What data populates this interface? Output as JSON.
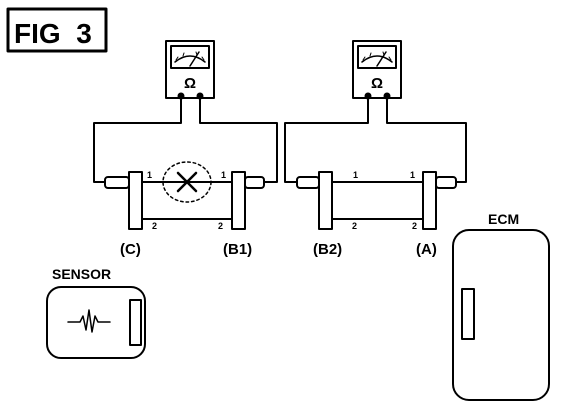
{
  "figure": {
    "title": "FIG  3"
  },
  "meters": [
    {
      "symbol": "Ω"
    },
    {
      "symbol": "Ω"
    }
  ],
  "connectors": {
    "c": "(C)",
    "b1": "(B1)",
    "b2": "(B2)",
    "a": "(A)"
  },
  "pins": {
    "left_top_left": "1",
    "left_top_right": "1",
    "left_bottom_left": "2",
    "left_bottom_right": "2",
    "right_top_left": "1",
    "right_top_right": "1",
    "right_bottom_left": "2",
    "right_bottom_right": "2"
  },
  "components": {
    "sensor": "SENSOR",
    "ecm": "ECM"
  },
  "icons": [
    "ohmmeter-icon",
    "open-circuit-icon",
    "sensor-waveform-icon",
    "connector-icon"
  ]
}
